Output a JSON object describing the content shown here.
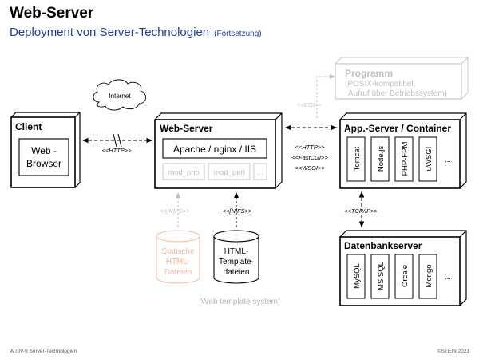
{
  "header": {
    "title": "Web-Server",
    "subtitle": "Deployment von Server-Technologien",
    "subtitle_note": "(Fortsetzung)"
  },
  "nodes": {
    "client": {
      "title": "Client",
      "component": [
        "Web -",
        "Browser"
      ]
    },
    "webserver": {
      "title": "Web-Server",
      "component": "Apache / nginx / IIS",
      "modules": [
        "mod_php",
        "mod_perl",
        "..."
      ]
    },
    "appserver": {
      "title": "App.-Server / Container",
      "items": [
        "Tomcat",
        "Node.js",
        "PHP-FPM",
        "uWSGI",
        "..."
      ]
    },
    "dbserver": {
      "title": "Datenbankserver",
      "items": [
        "MySQL",
        "MS SQL",
        "Orcale",
        "Mongo",
        "..."
      ]
    },
    "programm": {
      "title": "Programm",
      "lines": [
        "(POSIX-kompatibel,",
        "Aufruf über Betriebssystem)"
      ]
    }
  },
  "cloud_label": "Internet",
  "connectors": {
    "http": "<<HTTP>>",
    "cgi": "<<CGI>>",
    "app": [
      "<<HTTP>>",
      "<<FastCGI>>",
      "<<WSGI>>"
    ],
    "tcp": "<<TCP/IP>>",
    "nfs": "<<[N]FS>>"
  },
  "stores": {
    "static": [
      "Statische",
      "HTML-",
      "Dateien"
    ],
    "template": [
      "HTML-",
      "Template-",
      "dateien"
    ]
  },
  "template_system_label": "[Web template system]",
  "footer": {
    "left": "WT:IV-9   Server-Technologien",
    "right": "©STEIN 2021"
  },
  "colors": {
    "subtitle": "#1f3f99",
    "faded": "#c0c0c0",
    "static_files": "#f3b79a"
  }
}
